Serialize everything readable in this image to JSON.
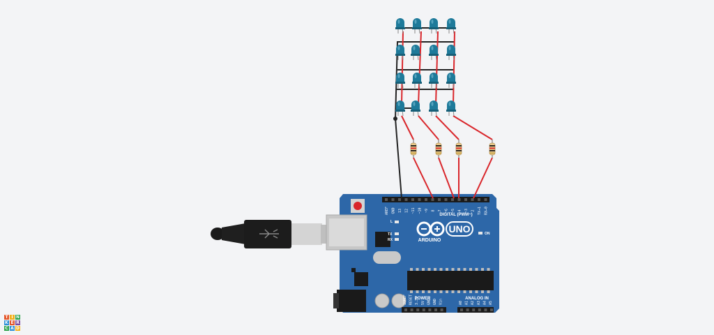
{
  "board": {
    "brand": "ARDUINO",
    "model": "UNO",
    "digital_header": "DIGITAL (PWM~)",
    "power_header": "POWER",
    "analog_header": "ANALOG IN",
    "aref": "AREF",
    "gnd": "GND",
    "digital_pins": [
      "13",
      "12",
      "~11",
      "~10",
      "~9",
      "8",
      "7",
      "~6",
      "~5",
      "4",
      "~3",
      "2",
      "TX→1",
      "RX←0"
    ],
    "power_pins": [
      "IOREF",
      "RESET",
      "3.3V",
      "5V",
      "GND",
      "GND",
      "Vin"
    ],
    "analog_pins": [
      "A0",
      "A1",
      "A2",
      "A3",
      "A4",
      "A5"
    ],
    "led_l": "L",
    "led_tx": "TX",
    "led_rx": "RX",
    "on_label": "ON"
  },
  "logo": [
    "TIN",
    "KER",
    "CAD"
  ],
  "colors": {
    "board": "#2d67a8",
    "led": "#1e7a9a",
    "wire_red": "#d9262b",
    "wire_black": "#222222",
    "resistor": "#e8c98a",
    "background": "#f3f4f6"
  },
  "icons": [
    "usb-cable-icon",
    "arduino-infinity-logo-icon",
    "led-icon",
    "resistor-icon",
    "tinkercad-logo-icon"
  ]
}
